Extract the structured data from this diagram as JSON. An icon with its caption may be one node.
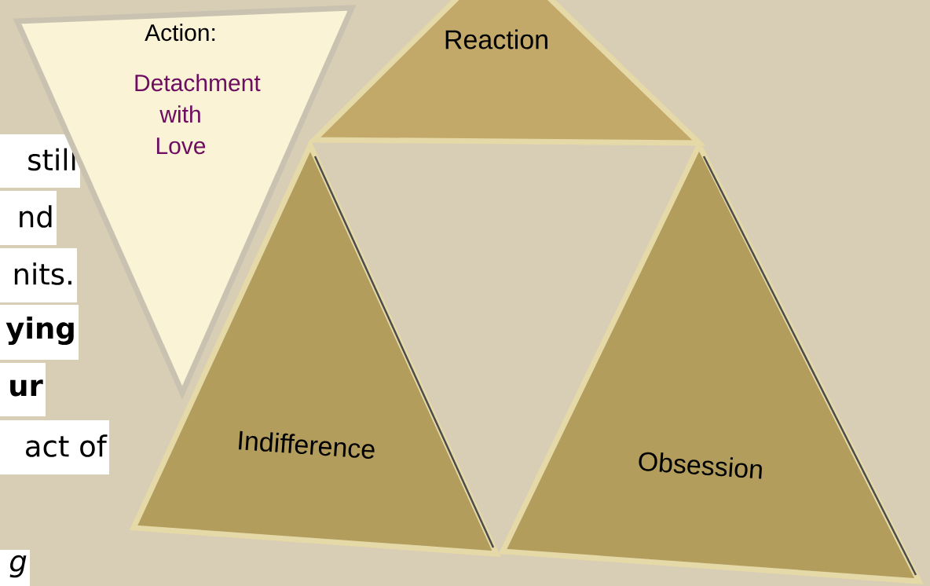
{
  "diagram": {
    "nodes": [
      {
        "text": [
          "Action:",
          "Detachment with Love"
        ]
      },
      {
        "text": [
          "Reaction"
        ]
      },
      {
        "text": [
          "Indifference"
        ]
      },
      {
        "text": [
          "Obsession"
        ]
      }
    ],
    "labels": [
      "still",
      "nd",
      "nits.",
      "ying",
      "ur",
      "act of",
      "g"
    ]
  }
}
